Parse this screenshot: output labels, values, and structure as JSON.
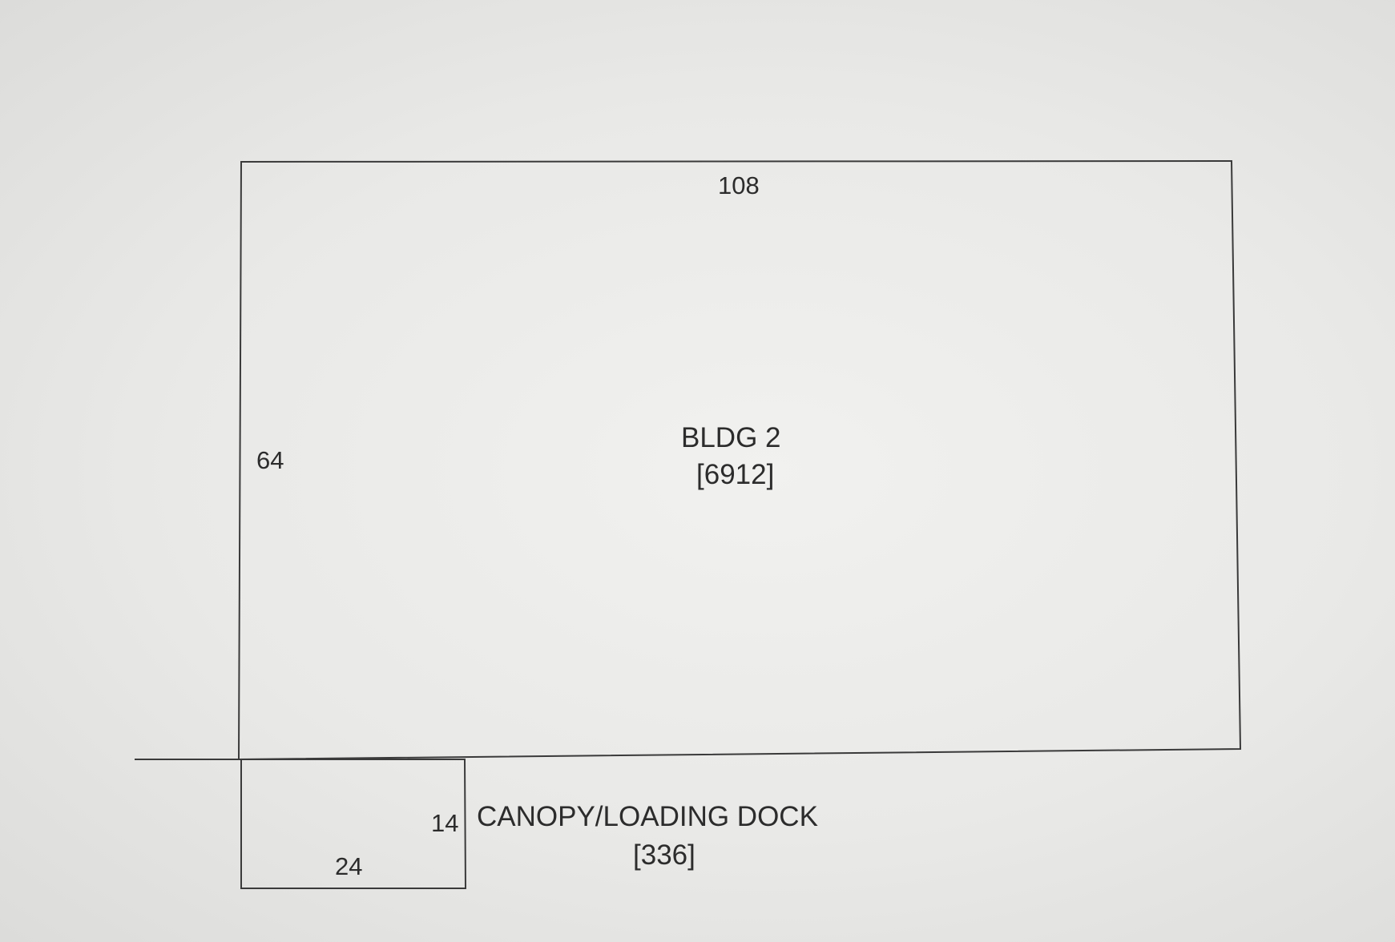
{
  "sketch": {
    "building": {
      "name": "BLDG 2",
      "area": "[6912]",
      "width_label": "108",
      "depth_label": "64"
    },
    "canopy": {
      "name": "CANOPY/LOADING DOCK",
      "area": "[336]",
      "width_label": "24",
      "depth_label": "14"
    },
    "colors": {
      "line": "#3a3a3a",
      "text": "#2c2c2c",
      "background": "#ececea"
    }
  }
}
